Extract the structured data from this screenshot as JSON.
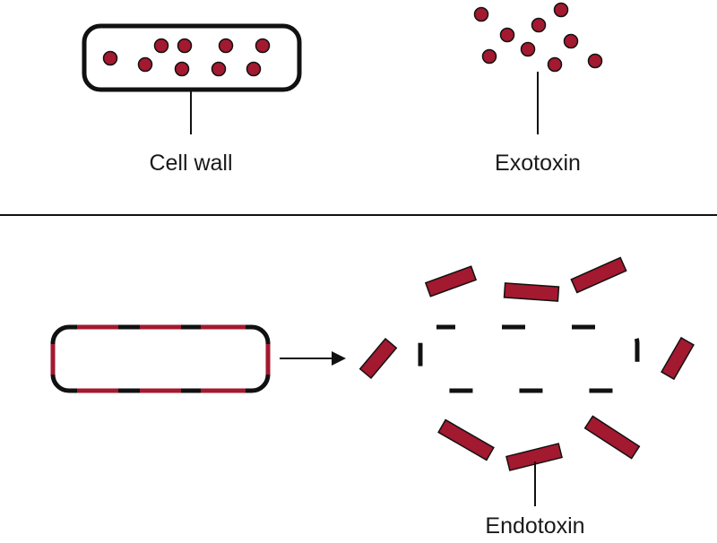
{
  "labels": {
    "cell_wall": "Cell wall",
    "exotoxin": "Exotoxin",
    "endotoxin": "Endotoxin"
  },
  "colors": {
    "toxin": "#a3192f",
    "outline": "#111111",
    "background": "#ffffff"
  }
}
